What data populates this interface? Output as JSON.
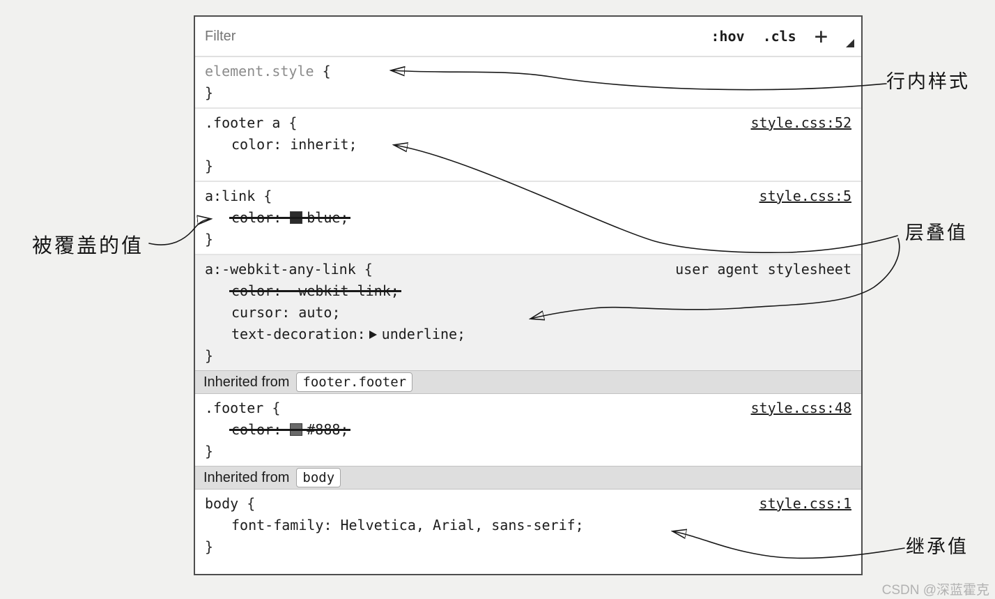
{
  "filter": {
    "label": "Filter",
    "pseudo_button": ":hov",
    "class_button": ".cls",
    "add_button": "+"
  },
  "syntax": {
    "open": "{",
    "close": "}"
  },
  "rules": [
    {
      "selector": "element.style",
      "source": ""
    },
    {
      "selector": ".footer a",
      "source": "style.css:52",
      "declarations": [
        {
          "property": "color:",
          "value": "inherit;"
        }
      ]
    },
    {
      "selector": "a:link",
      "source": "style.css:5",
      "declarations": [
        {
          "property": "color:",
          "value": "blue;",
          "overridden": true
        }
      ]
    },
    {
      "selector": "a:-webkit-any-link",
      "source": "user agent stylesheet",
      "declarations": [
        {
          "property": "color:",
          "value": "-webkit-link;",
          "overridden": true
        },
        {
          "property": "cursor:",
          "value": "auto;"
        },
        {
          "property": "text-decoration:",
          "value": "underline;",
          "expandable": true
        }
      ]
    },
    {
      "selector": ".footer",
      "source": "style.css:48",
      "declarations": [
        {
          "property": "color:",
          "value": "#888;",
          "overridden": true
        }
      ]
    },
    {
      "selector": "body",
      "source": "style.css:1",
      "declarations": [
        {
          "property": "font-family:",
          "value": "Helvetica, Arial, sans-serif;"
        }
      ]
    }
  ],
  "inherited_bars": [
    {
      "label": "Inherited from",
      "node": "footer.footer"
    },
    {
      "label": "Inherited from",
      "node": "body"
    }
  ],
  "annotations": {
    "inline_style": "行内样式",
    "cascaded_value": "层叠值",
    "overridden_value": "被覆盖的值",
    "inherited_value": "继承值"
  },
  "watermark": "CSDN @深蓝霍克",
  "colors": {
    "link_blue_swatch": "#2b2b2b",
    "footer_gray_swatch": "#6a6a6a"
  }
}
